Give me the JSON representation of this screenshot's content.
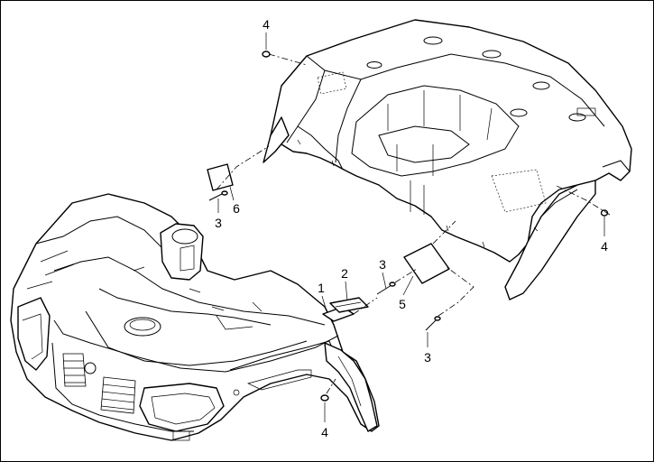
{
  "callouts": {
    "c1": "1",
    "c2": "2",
    "c3a": "3",
    "c3b": "3",
    "c3c": "3",
    "c4a": "4",
    "c4b": "4",
    "c4c": "4",
    "c5": "5",
    "c6": "6"
  }
}
